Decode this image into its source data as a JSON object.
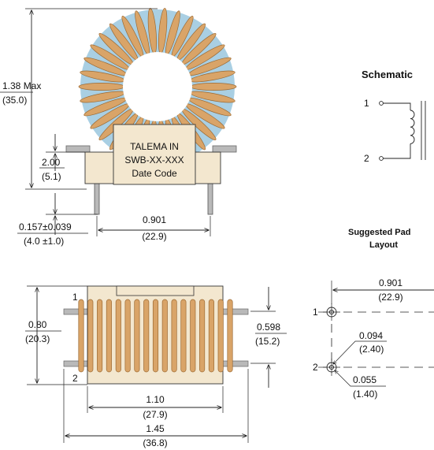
{
  "colors": {
    "winding": "#d9a468",
    "winding_edge": "#9c6a33",
    "core": "#a9cfe3",
    "base": "#f3e7cf",
    "pin": "#b9b9b9"
  },
  "top_view": {
    "label_lines": [
      "TALEMA IN",
      "SWB-XX-XXX",
      "Date Code"
    ],
    "height_max": "1.38 Max",
    "height_max_mm": "(35.0)",
    "base_height": "2.00",
    "base_height_mm": "(5.1)",
    "pin_spacing": "0.901",
    "pin_spacing_mm": "(22.9)",
    "pin_length": "0.157±0.039",
    "pin_length_mm": "(4.0 ±1.0)"
  },
  "schematic": {
    "title": "Schematic",
    "pin1": "1",
    "pin2": "2"
  },
  "pad_layout": {
    "title_line1": "Suggested Pad",
    "title_line2": "Layout",
    "pin1": "1",
    "pin2": "2",
    "spacing": "0.901",
    "spacing_mm": "(22.9)",
    "hole": "0.094",
    "hole_mm": "(2.40)",
    "pad": "0.055",
    "pad_mm": "(1.40)"
  },
  "side_view": {
    "pin1": "1",
    "pin2": "2",
    "depth": "0.80",
    "depth_mm": "(20.3)",
    "lead_spacing": "0.598",
    "lead_spacing_mm": "(15.2)",
    "body_width": "1.10",
    "body_width_mm": "(27.9)",
    "overall_width": "1.45",
    "overall_width_mm": "(36.8)"
  }
}
